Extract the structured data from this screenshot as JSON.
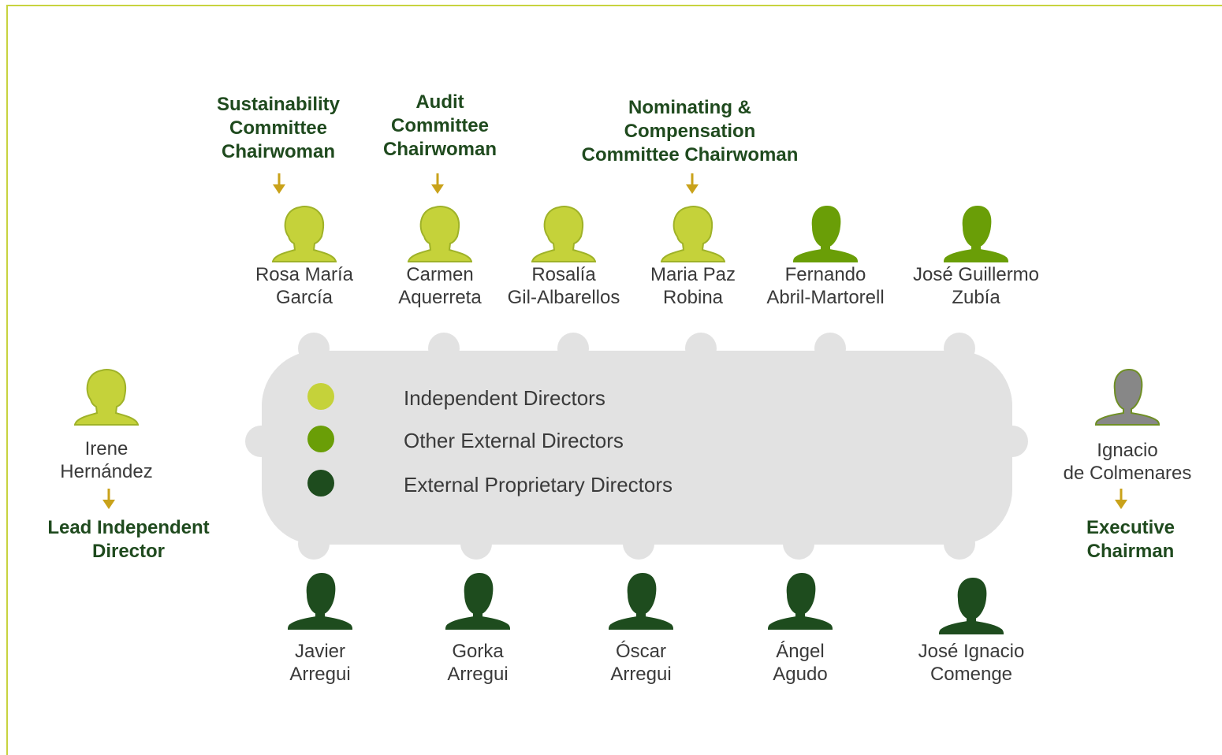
{
  "colors": {
    "independent": "#c5d23a",
    "other_external": "#6a9e07",
    "proprietary": "#1e4c1e",
    "executive": "#878787",
    "role_text": "#1f4a1e",
    "arrow": "#c9a21a",
    "table": "#e2e2e2"
  },
  "legend": [
    {
      "label": "Independent Directors",
      "color": "#c5d23a"
    },
    {
      "label": "Other External Directors",
      "color": "#6a9e07"
    },
    {
      "label": "External Proprietary Directors",
      "color": "#1e4c1e"
    }
  ],
  "top_row": [
    {
      "line1": "Rosa María",
      "line2": "García",
      "type": "independent",
      "gender": "female"
    },
    {
      "line1": "Carmen",
      "line2": "Aquerreta",
      "type": "independent",
      "gender": "female"
    },
    {
      "line1": "Rosalía",
      "line2": "Gil-Albarellos",
      "type": "independent",
      "gender": "female"
    },
    {
      "line1": "Maria Paz",
      "line2": "Robina",
      "type": "independent",
      "gender": "female"
    },
    {
      "line1": "Fernando",
      "line2": "Abril-Martorell",
      "type": "other_external",
      "gender": "male"
    },
    {
      "line1": "José Guillermo",
      "line2": "Zubía",
      "type": "other_external",
      "gender": "male"
    }
  ],
  "bottom_row": [
    {
      "line1": "Javier",
      "line2": "Arregui",
      "type": "proprietary",
      "gender": "male"
    },
    {
      "line1": "Gorka",
      "line2": "Arregui",
      "type": "proprietary",
      "gender": "male"
    },
    {
      "line1": "Óscar",
      "line2": "Arregui",
      "type": "proprietary",
      "gender": "male"
    },
    {
      "line1": "Ángel",
      "line2": "Agudo",
      "type": "proprietary",
      "gender": "male"
    },
    {
      "line1": "José Ignacio",
      "line2": "Comenge",
      "type": "proprietary",
      "gender": "male"
    }
  ],
  "left_person": {
    "line1": "Irene",
    "line2": "Hernández",
    "type": "independent",
    "gender": "female"
  },
  "right_person": {
    "line1": "Ignacio",
    "line2": "de Colmenares",
    "type": "executive",
    "gender": "male"
  },
  "roles": {
    "sustainability": [
      "Sustainability",
      "Committee",
      "Chairwoman"
    ],
    "audit": [
      "Audit",
      "Committee",
      "Chairwoman"
    ],
    "nominating": [
      "Nominating &",
      "Compensation",
      "Committee Chairwoman"
    ],
    "lead": [
      "Lead  Independent",
      "Director"
    ],
    "executive": [
      "Executive",
      "Chairman"
    ]
  }
}
